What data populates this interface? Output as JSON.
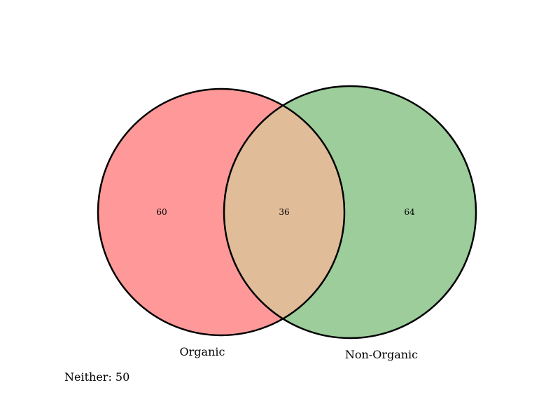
{
  "venn": {
    "sets": [
      {
        "label": "Organic",
        "only_count": "60",
        "color": "#ff9999"
      },
      {
        "label": "Non-Organic",
        "only_count": "64",
        "color": "#9ccd9b"
      }
    ],
    "intersection_count": "36",
    "intersection_color": "#e0bc98",
    "outline_color": "#000000",
    "neither": {
      "label": "Neither:",
      "value": "50"
    }
  }
}
